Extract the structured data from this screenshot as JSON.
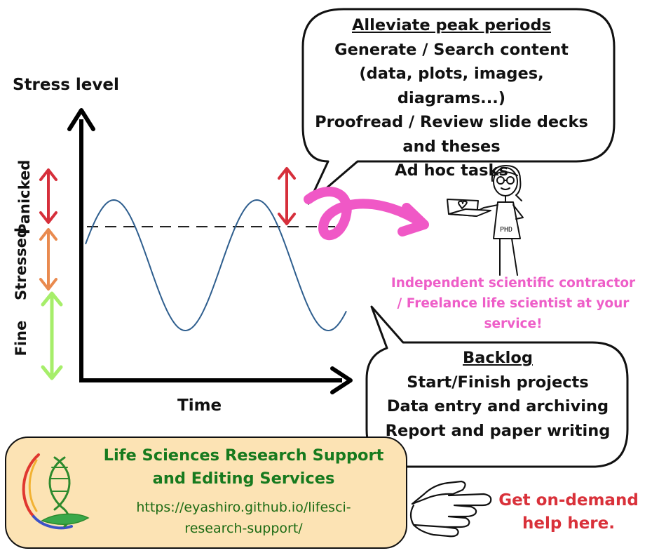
{
  "diagram": {
    "y_axis_title": "Stress level",
    "x_axis_title": "Time",
    "levels": [
      {
        "label": "Panicked",
        "color": "#d62f3b"
      },
      {
        "label": "Stressed",
        "color": "#e98a4f"
      },
      {
        "label": "Fine",
        "color": "#a6ee6a"
      }
    ],
    "curve_color": "#2e5e8e",
    "threshold_style": "dashed"
  },
  "peak_bubble": {
    "heading": "Alleviate peak periods",
    "lines": [
      "Generate / Search content",
      "(data, plots, images, diagrams...)",
      "Proofread / Review slide decks",
      "and theses",
      "Ad hoc tasks"
    ]
  },
  "contractor": {
    "shirt_text": "PHD",
    "caption": [
      "Independent scientific contractor",
      "/ Freelance life scientist at your",
      "service!"
    ],
    "caption_color": "#ee5ec8"
  },
  "backlog_bubble": {
    "heading": "Backlog",
    "lines": [
      "Start/Finish projects",
      "Data entry and archiving",
      "Report and paper writing"
    ]
  },
  "service_card": {
    "title_lines": [
      "Life Sciences Research Support",
      "and Editing Services"
    ],
    "url_lines": [
      "https://eyashiro.github.io/lifesci-",
      "research-support/"
    ],
    "background": "#fce3b4"
  },
  "cta": {
    "lines": [
      "Get on-demand",
      "help here."
    ],
    "color": "#d9313a"
  },
  "icons": {
    "logo": "dna-hand-logo-icon",
    "hand": "pointing-hand-icon",
    "figure": "phd-scientist-figure-icon"
  }
}
